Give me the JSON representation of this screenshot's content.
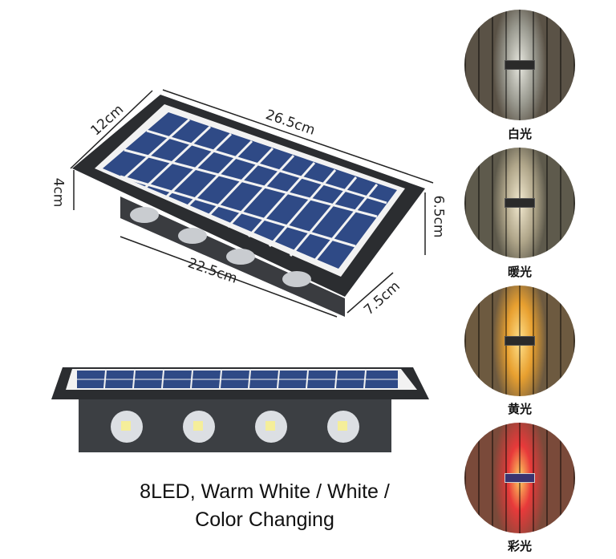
{
  "product": {
    "caption_line1": "8LED, Warm White / White /",
    "caption_line2": "Color Changing"
  },
  "dimensions": {
    "width_top": "26.5cm",
    "depth": "12cm",
    "height_left": "4cm",
    "height_right": "6.5cm",
    "width_bottom": "22.5cm",
    "depth_bottom": "7.5cm"
  },
  "light_modes": [
    {
      "label": "白光",
      "color": "#e8e8e0"
    },
    {
      "label": "暖光",
      "color": "#f3ead0"
    },
    {
      "label": "黄光",
      "color": "#f2b23a"
    },
    {
      "label": "彩光",
      "color": "#e83a3a"
    }
  ],
  "colors": {
    "panel_blue": "#2f4a86",
    "housing": "#2b2d30",
    "grid_white": "#f2f2f2"
  }
}
